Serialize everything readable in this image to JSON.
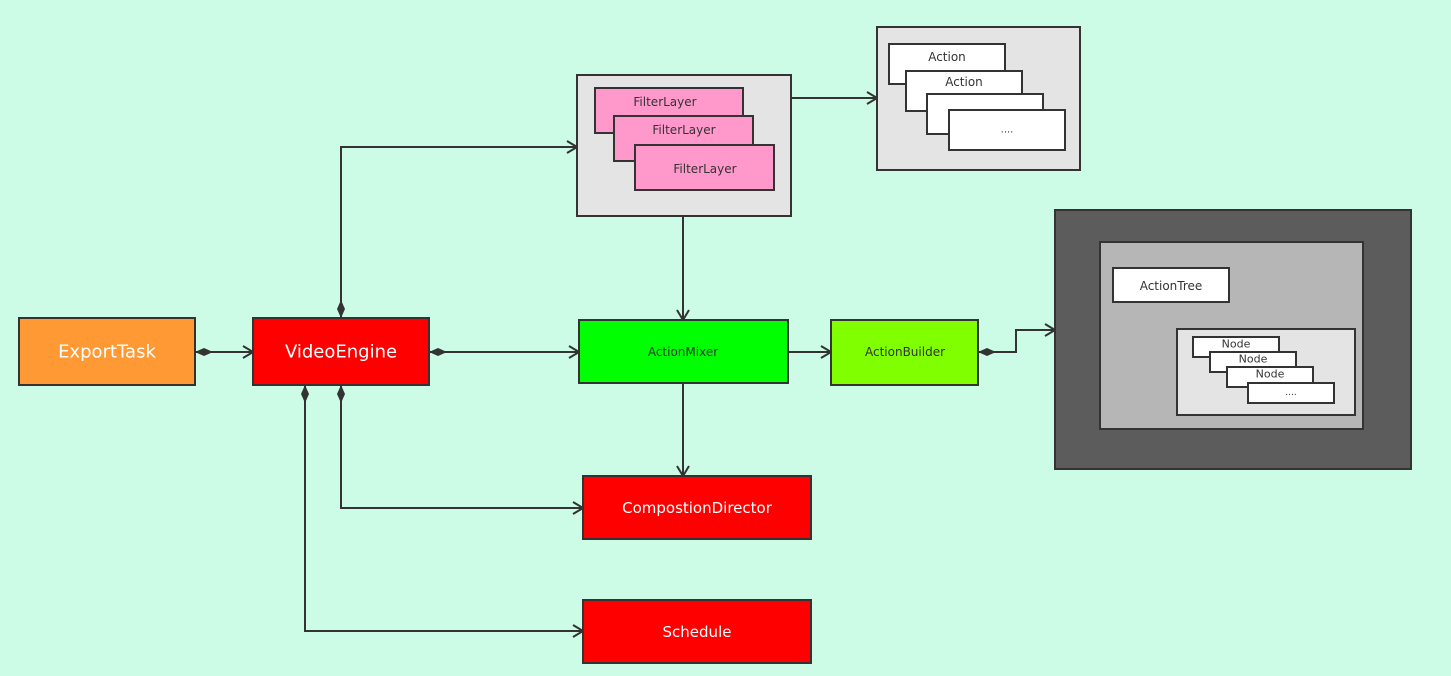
{
  "colors": {
    "background": "#ccfce6",
    "export_task": "#ff9933",
    "red": "#ff0000",
    "action_mixer": "#00ff00",
    "action_builder": "#80ff00",
    "filter_layer": "#ff99cc",
    "container_light": "#e4e4e4",
    "container_dark": "#5c5c5c",
    "container_mid": "#b6b6b6"
  },
  "nodes": {
    "export_task": "ExportTask",
    "video_engine": "VideoEngine",
    "action_mixer": "ActionMixer",
    "action_builder": "ActionBuilder",
    "composition_director": "CompostionDirector",
    "schedule": "Schedule",
    "filter_layers": [
      "FilterLayer",
      "FilterLayer",
      "FilterLayer"
    ],
    "actions": [
      "Action",
      "Action",
      "",
      "...."
    ],
    "action_tree": "ActionTree",
    "tree_nodes": [
      "Node",
      "Node",
      "Node",
      "...."
    ]
  }
}
